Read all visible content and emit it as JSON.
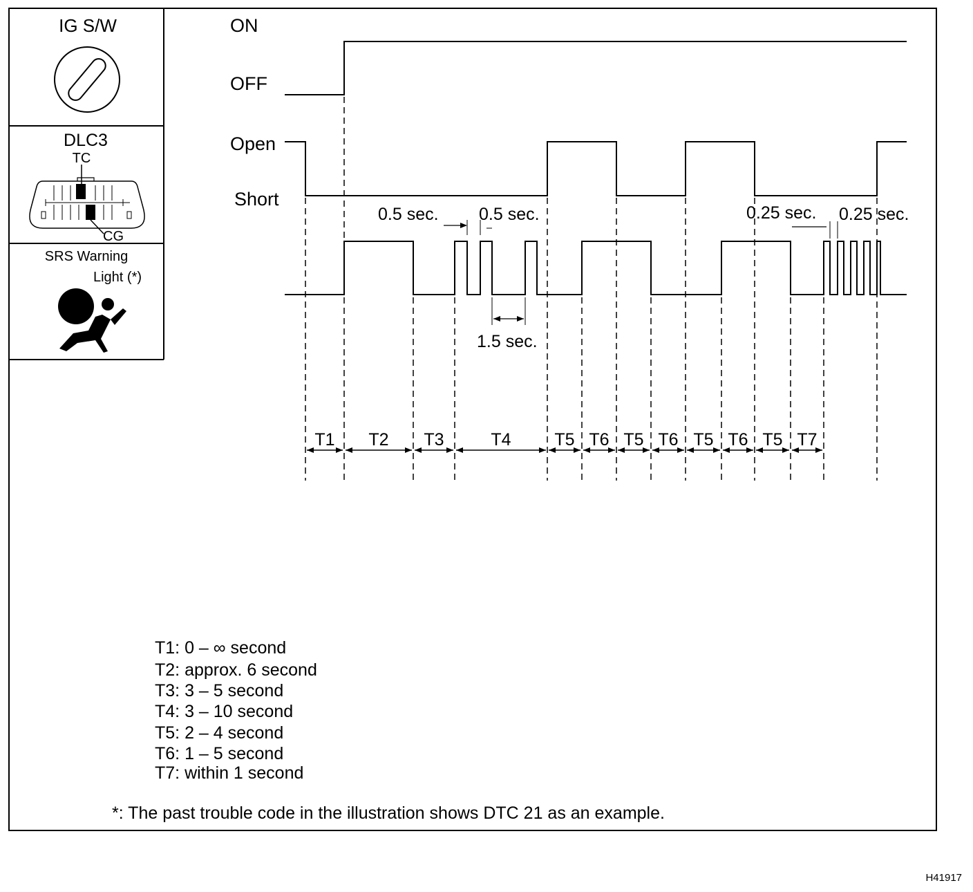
{
  "side_panel": {
    "ig_title": "IG S/W",
    "dlc_title": "DLC3",
    "tc_label": "TC",
    "cg_label": "CG",
    "srs_title": "SRS Warning",
    "srs_title2": "Light (*)"
  },
  "levels": {
    "on": "ON",
    "off": "OFF",
    "open": "Open",
    "short": "Short"
  },
  "annotations": {
    "half_sec_a": "0.5 sec.",
    "half_sec_b": "0.5 sec.",
    "one_half_sec": "1.5 sec.",
    "quarter_sec_a": "0.25 sec.",
    "quarter_sec_b": "0.25 sec."
  },
  "intervals": [
    {
      "label": "T1"
    },
    {
      "label": "T2"
    },
    {
      "label": "T3"
    },
    {
      "label": "T4"
    },
    {
      "label": "T5"
    },
    {
      "label": "T6"
    },
    {
      "label": "T5"
    },
    {
      "label": "T6"
    },
    {
      "label": "T5"
    },
    {
      "label": "T6"
    },
    {
      "label": "T5"
    },
    {
      "label": "T7"
    }
  ],
  "legend": [
    "T1: 0 – ∞ second",
    "T2: approx. 6 second",
    "T3: 3 – 5 second",
    "T4: 3 – 10 second",
    "T5: 2 – 4 second",
    "T6: 1 – 5 second",
    "T7: within 1 second"
  ],
  "footnote": "*: The past trouble code in the illustration shows DTC 21 as an example.",
  "figure_id": "H41917"
}
